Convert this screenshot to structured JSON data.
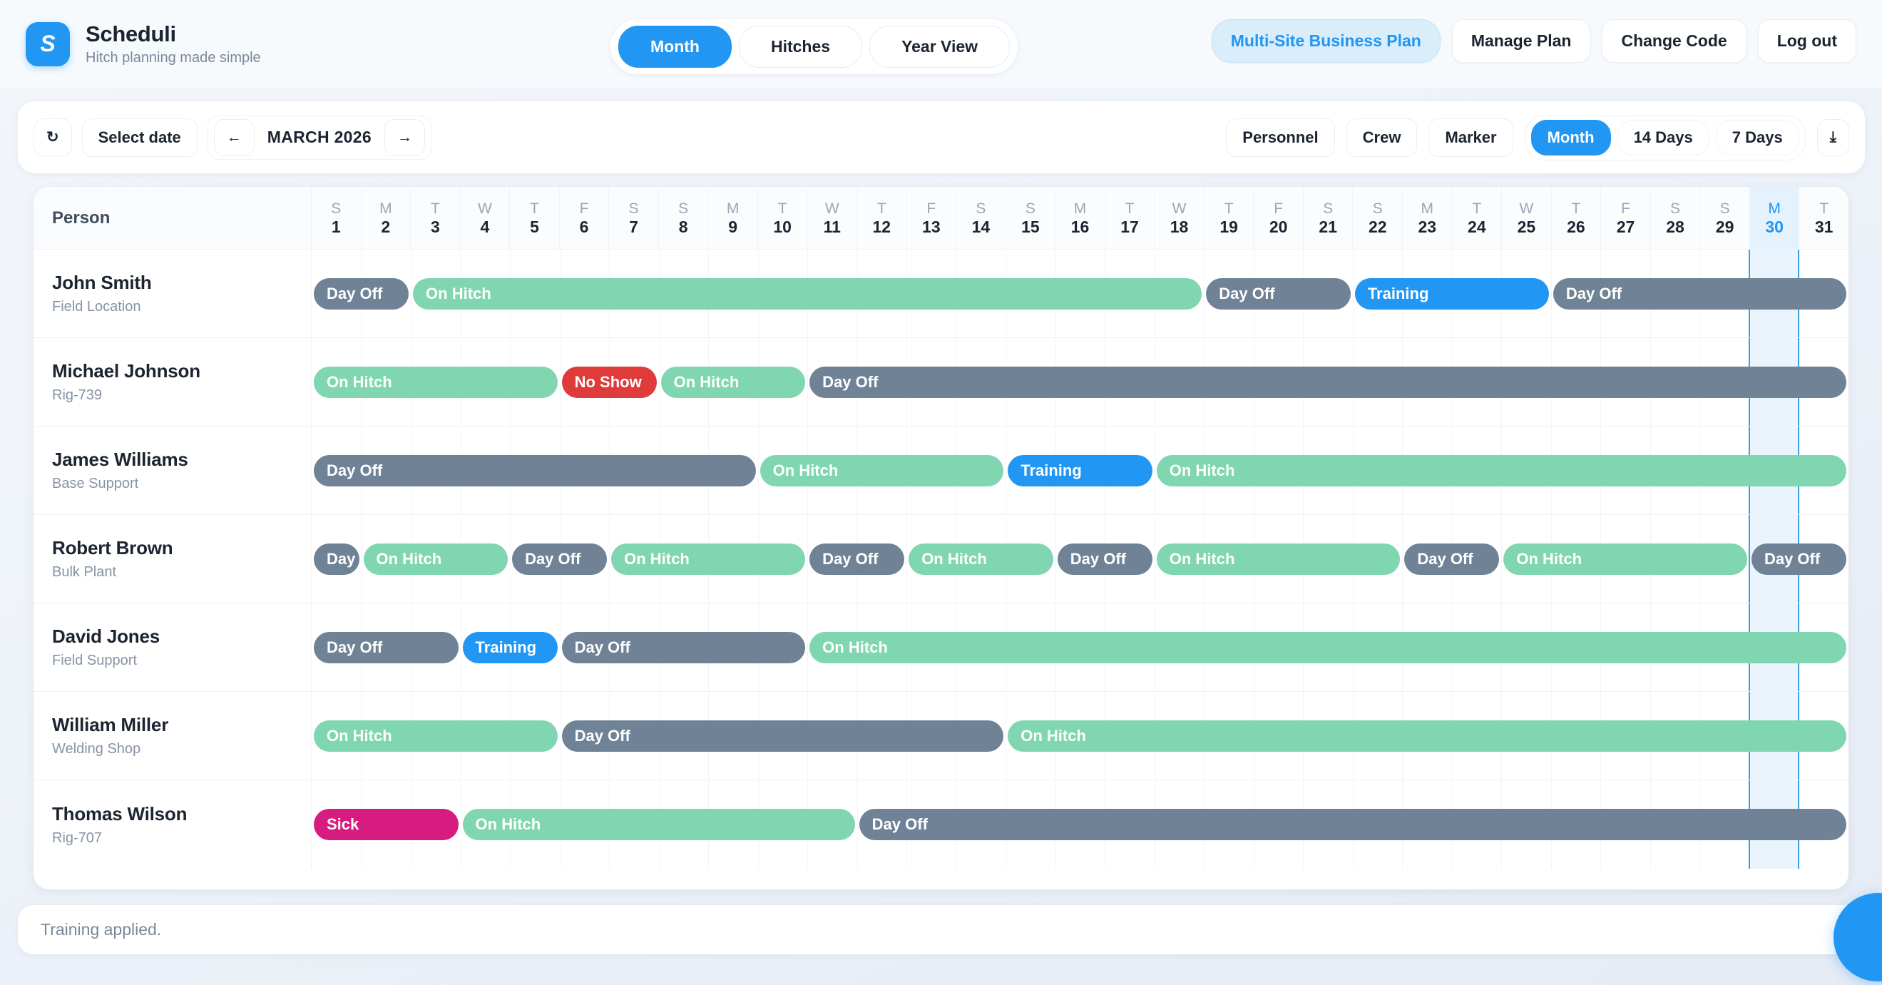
{
  "header": {
    "logo_letter": "S",
    "title": "Scheduli",
    "subtitle": "Hitch planning made simple",
    "view_buttons": [
      {
        "label": "Month",
        "active": true
      },
      {
        "label": "Hitches",
        "active": false
      },
      {
        "label": "Year View",
        "active": false
      }
    ],
    "right_buttons": [
      {
        "label": "Multi-Site Business Plan",
        "kind": "plan"
      },
      {
        "label": "Manage Plan",
        "kind": "normal"
      },
      {
        "label": "Change Code",
        "kind": "normal"
      },
      {
        "label": "Log out",
        "kind": "normal"
      }
    ]
  },
  "toolbar": {
    "refresh_icon": "↻",
    "select_date_label": "Select date",
    "prev_icon": "←",
    "next_icon": "→",
    "month_label": "MARCH 2026",
    "filters": [
      "Personnel",
      "Crew",
      "Marker"
    ],
    "ranges": [
      {
        "label": "Month",
        "active": true
      },
      {
        "label": "14 Days",
        "active": false
      },
      {
        "label": "7 Days",
        "active": false
      }
    ],
    "download_icon": "⤓"
  },
  "grid": {
    "person_header": "Person",
    "today": 30,
    "days": [
      {
        "dow": "S",
        "num": 1
      },
      {
        "dow": "M",
        "num": 2
      },
      {
        "dow": "T",
        "num": 3
      },
      {
        "dow": "W",
        "num": 4
      },
      {
        "dow": "T",
        "num": 5
      },
      {
        "dow": "F",
        "num": 6
      },
      {
        "dow": "S",
        "num": 7
      },
      {
        "dow": "S",
        "num": 8
      },
      {
        "dow": "M",
        "num": 9
      },
      {
        "dow": "T",
        "num": 10
      },
      {
        "dow": "W",
        "num": 11
      },
      {
        "dow": "T",
        "num": 12
      },
      {
        "dow": "F",
        "num": 13
      },
      {
        "dow": "S",
        "num": 14
      },
      {
        "dow": "S",
        "num": 15
      },
      {
        "dow": "M",
        "num": 16
      },
      {
        "dow": "T",
        "num": 17
      },
      {
        "dow": "W",
        "num": 18
      },
      {
        "dow": "T",
        "num": 19
      },
      {
        "dow": "F",
        "num": 20
      },
      {
        "dow": "S",
        "num": 21
      },
      {
        "dow": "S",
        "num": 22
      },
      {
        "dow": "M",
        "num": 23
      },
      {
        "dow": "T",
        "num": 24
      },
      {
        "dow": "W",
        "num": 25
      },
      {
        "dow": "T",
        "num": 26
      },
      {
        "dow": "F",
        "num": 27
      },
      {
        "dow": "S",
        "num": 28
      },
      {
        "dow": "S",
        "num": 29
      },
      {
        "dow": "M",
        "num": 30
      },
      {
        "dow": "T",
        "num": 31
      }
    ],
    "status_colors": {
      "On Hitch": "#7fd6b0",
      "Day Off": "#6f8296",
      "Training": "#2196f3",
      "No Show": "#e03b3b",
      "Sick": "#d81b7e"
    },
    "rows": [
      {
        "name": "John Smith",
        "role": "Field Location",
        "segments": [
          {
            "label": "Day Off",
            "start": 1,
            "end": 2
          },
          {
            "label": "On Hitch",
            "start": 3,
            "end": 18
          },
          {
            "label": "Day Off",
            "start": 19,
            "end": 21
          },
          {
            "label": "Training",
            "start": 22,
            "end": 25
          },
          {
            "label": "Day Off",
            "start": 26,
            "end": 31
          }
        ]
      },
      {
        "name": "Michael Johnson",
        "role": "Rig-739",
        "segments": [
          {
            "label": "On Hitch",
            "start": 1,
            "end": 5
          },
          {
            "label": "No Show",
            "start": 6,
            "end": 7
          },
          {
            "label": "On Hitch",
            "start": 8,
            "end": 10
          },
          {
            "label": "Day Off",
            "start": 11,
            "end": 31
          }
        ]
      },
      {
        "name": "James Williams",
        "role": "Base Support",
        "segments": [
          {
            "label": "Day Off",
            "start": 1,
            "end": 9
          },
          {
            "label": "On Hitch",
            "start": 10,
            "end": 14
          },
          {
            "label": "Training",
            "start": 15,
            "end": 17
          },
          {
            "label": "On Hitch",
            "start": 18,
            "end": 31
          }
        ]
      },
      {
        "name": "Robert Brown",
        "role": "Bulk Plant",
        "segments": [
          {
            "label": "Day Off",
            "start": 1,
            "end": 1
          },
          {
            "label": "On Hitch",
            "start": 2,
            "end": 4
          },
          {
            "label": "Day Off",
            "start": 5,
            "end": 6
          },
          {
            "label": "On Hitch",
            "start": 7,
            "end": 10
          },
          {
            "label": "Day Off",
            "start": 11,
            "end": 12
          },
          {
            "label": "On Hitch",
            "start": 13,
            "end": 15
          },
          {
            "label": "Day Off",
            "start": 16,
            "end": 17
          },
          {
            "label": "On Hitch",
            "start": 18,
            "end": 22
          },
          {
            "label": "Day Off",
            "start": 23,
            "end": 24
          },
          {
            "label": "On Hitch",
            "start": 25,
            "end": 29
          },
          {
            "label": "Day Off",
            "start": 30,
            "end": 31
          }
        ]
      },
      {
        "name": "David Jones",
        "role": "Field Support",
        "segments": [
          {
            "label": "Day Off",
            "start": 1,
            "end": 3
          },
          {
            "label": "Training",
            "start": 4,
            "end": 5
          },
          {
            "label": "Day Off",
            "start": 6,
            "end": 10
          },
          {
            "label": "On Hitch",
            "start": 11,
            "end": 31
          }
        ]
      },
      {
        "name": "William Miller",
        "role": "Welding Shop",
        "segments": [
          {
            "label": "On Hitch",
            "start": 1,
            "end": 5
          },
          {
            "label": "Day Off",
            "start": 6,
            "end": 14
          },
          {
            "label": "On Hitch",
            "start": 15,
            "end": 31
          }
        ]
      },
      {
        "name": "Thomas Wilson",
        "role": "Rig-707",
        "segments": [
          {
            "label": "Sick",
            "start": 1,
            "end": 3
          },
          {
            "label": "On Hitch",
            "start": 4,
            "end": 11
          },
          {
            "label": "Day Off",
            "start": 12,
            "end": 31
          }
        ]
      }
    ]
  },
  "status": {
    "message": "Training applied."
  }
}
